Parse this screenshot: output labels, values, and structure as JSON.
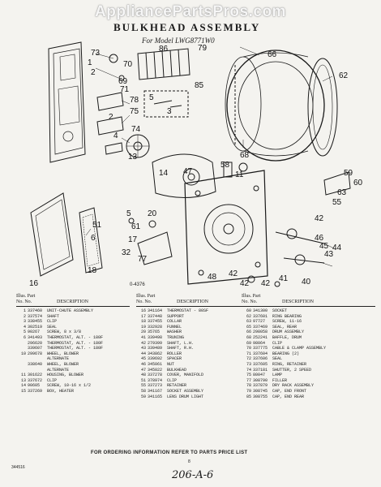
{
  "watermark": "AppliancePartsPros.com",
  "title": "BULKHEAD ASSEMBLY",
  "subtitle": "For Model LWG8771W0",
  "figure_id": "0-4376",
  "callouts": [
    "73",
    "86",
    "79",
    "66",
    "1",
    "70",
    "2",
    "69",
    "71",
    "62",
    "85",
    "5",
    "78",
    "75",
    "74",
    "2",
    "3",
    "68",
    "4",
    "13",
    "58",
    "11",
    "47",
    "14",
    "59",
    "60",
    "63",
    "55",
    "5",
    "20",
    "51",
    "6",
    "61",
    "42",
    "17",
    "32",
    "46",
    "45",
    "43",
    "44",
    "48",
    "77",
    "18",
    "16",
    "42",
    "42",
    "42",
    "41",
    "40"
  ],
  "parts_columns": [
    {
      "header": {
        "line1": "Illus.  Part",
        "col_no": "No.  No.",
        "col_desc": "DESCRIPTION"
      },
      "rows": [
        {
          "no": "1",
          "pn": "337460",
          "desc": "UNIT-CHUTE ASSEMBLY"
        },
        {
          "no": "2",
          "pn": "337574",
          "desc": "SHAFT"
        },
        {
          "no": "3",
          "pn": "338455",
          "desc": "CLIP"
        },
        {
          "no": "4",
          "pn": "302519",
          "desc": "SEAL"
        },
        {
          "no": "5",
          "pn": "90267",
          "desc": "SCREW, 8 x 3/8"
        },
        {
          "no": "6",
          "pn": "341493",
          "desc": "THERMOSTAT, ALT. - 180F"
        },
        {
          "no": "",
          "pn": "296620",
          "desc": "THERMOSTAT, ALT. - 180F"
        },
        {
          "no": "",
          "pn": "339607",
          "desc": "THERMOSTAT, ALT. - 180F"
        },
        {
          "no": "10",
          "pn": "299678",
          "desc": "WHEEL, BLOWER"
        },
        {
          "no": "",
          "pn": "",
          "desc": "ALTERNATE"
        },
        {
          "no": "",
          "pn": "338640",
          "desc": "WHEEL, BLOWER"
        },
        {
          "no": "",
          "pn": "",
          "desc": "ALTERNATE"
        },
        {
          "no": "11",
          "pn": "301622",
          "desc": "HOUSING, BLOWER"
        },
        {
          "no": "13",
          "pn": "337672",
          "desc": "CLIP"
        },
        {
          "no": "14",
          "pn": "90605",
          "desc": "SCREW, 10-16 x 1/2"
        },
        {
          "no": "15",
          "pn": "337269",
          "desc": "BOX, HEATER"
        }
      ]
    },
    {
      "header": {
        "line1": "Illus.  Part",
        "col_no": "No.  No.",
        "col_desc": "DESCRIPTION"
      },
      "rows": [
        {
          "no": "16",
          "pn": "341164",
          "desc": "THERMOSTAT - 80SF"
        },
        {
          "no": "17",
          "pn": "337448",
          "desc": "SUPPORT"
        },
        {
          "no": "18",
          "pn": "337455",
          "desc": "COLLAR"
        },
        {
          "no": "19",
          "pn": "332928",
          "desc": "FUNNEL"
        },
        {
          "no": "20",
          "pn": "35765",
          "desc": "WASHER"
        },
        {
          "no": "41",
          "pn": "339498",
          "desc": "TRUNING"
        },
        {
          "no": "42",
          "pn": "279399",
          "desc": "SHAFT, L.H."
        },
        {
          "no": "43",
          "pn": "339489",
          "desc": "SHAFT, R.H."
        },
        {
          "no": "44",
          "pn": "343862",
          "desc": "ROLLER"
        },
        {
          "no": "45",
          "pn": "339692",
          "desc": "SPACER"
        },
        {
          "no": "46",
          "pn": "345061",
          "desc": "NUT"
        },
        {
          "no": "47",
          "pn": "345022",
          "desc": "BULKHEAD"
        },
        {
          "no": "48",
          "pn": "337278",
          "desc": "COVER, MANIFOLD"
        },
        {
          "no": "51",
          "pn": "378974",
          "desc": "CLIP"
        },
        {
          "no": "55",
          "pn": "337273",
          "desc": "RETAINER"
        },
        {
          "no": "58",
          "pn": "341167",
          "desc": "SOCKET ASSEMBLY"
        },
        {
          "no": "59",
          "pn": "341165",
          "desc": "LENS DRUM LIGHT"
        }
      ]
    },
    {
      "header": {
        "line1": "Illus.  Part",
        "col_no": "No.  No.",
        "col_desc": "DESCRIPTION"
      },
      "rows": [
        {
          "no": "60",
          "pn": "341300",
          "desc": "SOCKET"
        },
        {
          "no": "62",
          "pn": "337601",
          "desc": "RING BEARING"
        },
        {
          "no": "63",
          "pn": "97727",
          "desc": "SCREW, 11-16"
        },
        {
          "no": "65",
          "pn": "337469",
          "desc": "SEAL, REAR"
        },
        {
          "no": "66",
          "pn": "298058",
          "desc": "DRUM ASSEMBLY"
        },
        {
          "no": "68",
          "pn": "252241",
          "desc": "BAFFLE, DRUM"
        },
        {
          "no": "69",
          "pn": "98064",
          "desc": "CLIP"
        },
        {
          "no": "70",
          "pn": "337775",
          "desc": "CABLE & CLAMP ASSEMBLY"
        },
        {
          "no": "71",
          "pn": "337604",
          "desc": "BEARING (2)"
        },
        {
          "no": "72",
          "pn": "337606",
          "desc": "SEAL"
        },
        {
          "no": "73",
          "pn": "337605",
          "desc": "RING, RETAINER"
        },
        {
          "no": "74",
          "pn": "337181",
          "desc": "SHUTTER, 2 SPEED"
        },
        {
          "no": "75",
          "pn": "80047",
          "desc": "LAMP"
        },
        {
          "no": "77",
          "pn": "308790",
          "desc": "FILLER"
        },
        {
          "no": "78",
          "pn": "337879",
          "desc": "DRY RACK ASSEMBLY"
        },
        {
          "no": "79",
          "pn": "308745",
          "desc": "CAP, END FRONT"
        },
        {
          "no": "85",
          "pn": "308755",
          "desc": "CAP, END REAR"
        }
      ]
    }
  ],
  "footer_note": "FOR ORDERING INFORMATION REFER TO PARTS PRICE LIST",
  "page_number": "8",
  "left_code": "344516",
  "handwritten": "206-A-6"
}
